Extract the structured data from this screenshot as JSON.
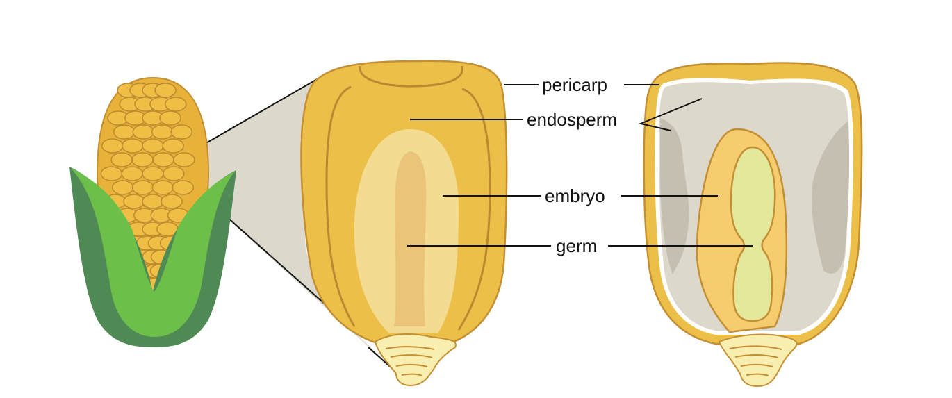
{
  "labels": {
    "pericarp": "pericarp",
    "endosperm": "endosperm",
    "embryo": "embryo",
    "germ": "germ"
  },
  "colors": {
    "kernel": "#ecbf48",
    "kernel_outline": "#c48f32",
    "endosperm_gray": "#ddd8cc",
    "endosperm_dark": "#c5bfb1",
    "embryo": "#f5cc70",
    "germ": "#e3e89a",
    "base": "#f7eeb0",
    "husk_dark": "#4f8a55",
    "husk_light": "#6cc04a",
    "embryo_light": "#f3dc92",
    "germ_inner": "#eac579"
  }
}
